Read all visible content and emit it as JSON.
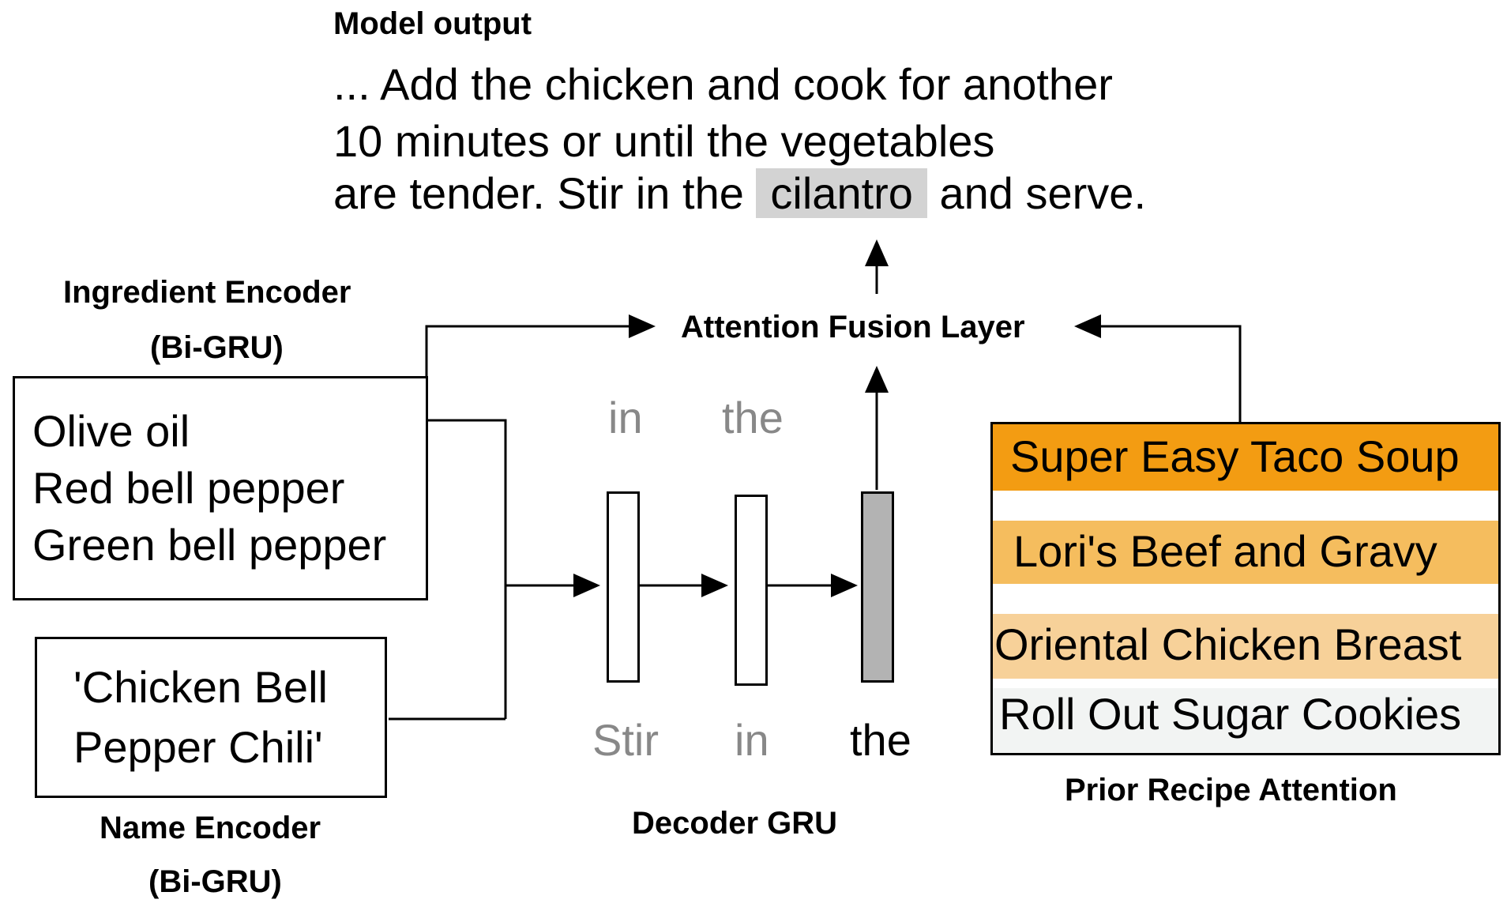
{
  "model_output": {
    "title": "Model output",
    "line1": "... Add the chicken and cook for another",
    "line2": "10 minutes or until the vegetables",
    "line3_pre": "are tender. Stir in the",
    "highlight": "cilantro",
    "line3_post": "and serve."
  },
  "ingredient_encoder": {
    "title": "Ingredient Encoder",
    "subtitle": "(Bi-GRU)",
    "items": [
      "Olive oil",
      "Red bell pepper",
      "Green bell pepper"
    ]
  },
  "name_encoder": {
    "title": "Name Encoder",
    "subtitle": "(Bi-GRU)",
    "line1": "'Chicken Bell",
    "line2": "Pepper Chili'"
  },
  "attention_fusion": {
    "label": "Attention Fusion Layer"
  },
  "decoder": {
    "label": "Decoder GRU",
    "outputs": [
      "in",
      "the"
    ],
    "inputs": [
      "Stir",
      "in",
      "the"
    ]
  },
  "prior_recipe": {
    "label": "Prior Recipe Attention",
    "recipes": [
      {
        "name": "Super Easy Taco Soup",
        "color": "#f39c12"
      },
      {
        "name": "Lori's Beef and Gravy",
        "color": "#f5bd5e"
      },
      {
        "name": "Oriental Chicken Breast",
        "color": "#f7d199"
      },
      {
        "name": "Roll Out Sugar Cookies",
        "color": "#f2f4f3"
      }
    ]
  },
  "colors": {
    "decoder_active_cell": "#b3b3b3",
    "highlight": "#d3d3d3",
    "faded_text": "#888888"
  }
}
